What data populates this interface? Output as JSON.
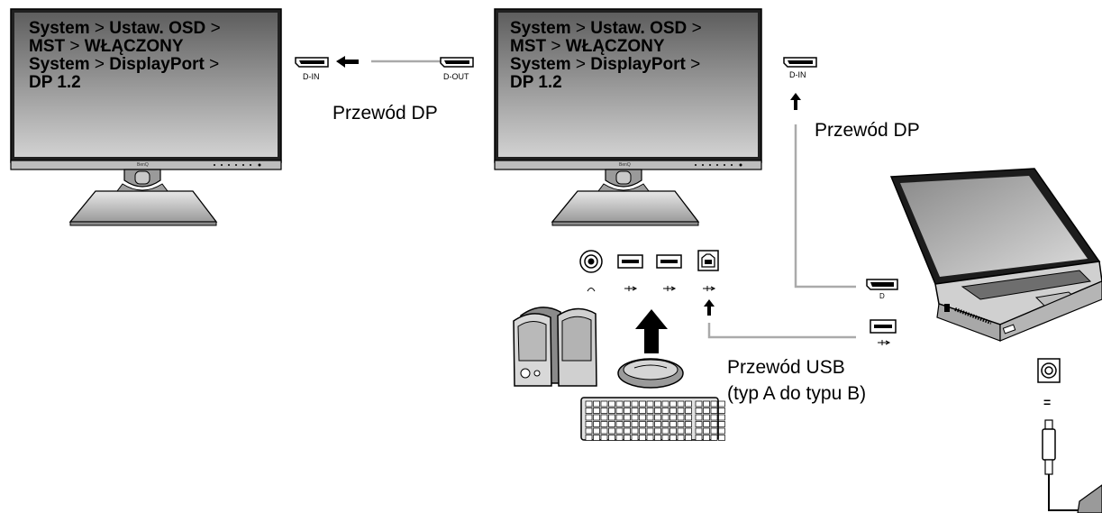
{
  "monitor_left": {
    "osd_line1_a": "System",
    "osd_line1_b": "Ustaw. OSD",
    "osd_line2_a": "MST",
    "osd_line2_b": "WŁĄCZONY",
    "osd_line3_a": "System",
    "osd_line3_b": "DisplayPort",
    "osd_line4": "DP 1.2",
    "separator": ">",
    "brand": "BenQ"
  },
  "monitor_right": {
    "osd_line1_a": "System",
    "osd_line1_b": "Ustaw. OSD",
    "osd_line2_a": "MST",
    "osd_line2_b": "WŁĄCZONY",
    "osd_line3_a": "System",
    "osd_line3_b": "DisplayPort",
    "osd_line4": "DP 1.2",
    "separator": ">",
    "brand": "BenQ"
  },
  "ports_top": {
    "dp_in_label": "D-IN",
    "dp_out_label": "D-OUT",
    "dp_in_right_label": "D-IN"
  },
  "cables": {
    "dp_cable_left": "Przewód DP",
    "dp_cable_right": "Przewód DP",
    "usb_cable_line1": "Przewód USB",
    "usb_cable_line2": "(typ A do typu B)"
  },
  "laptop_ports": {
    "dp_label": "D",
    "dc_symbol": "="
  },
  "colors": {
    "cable_gray": "#aaaaaa",
    "screen_top": "#5a5a5a",
    "screen_bottom": "#cfcfcf"
  }
}
